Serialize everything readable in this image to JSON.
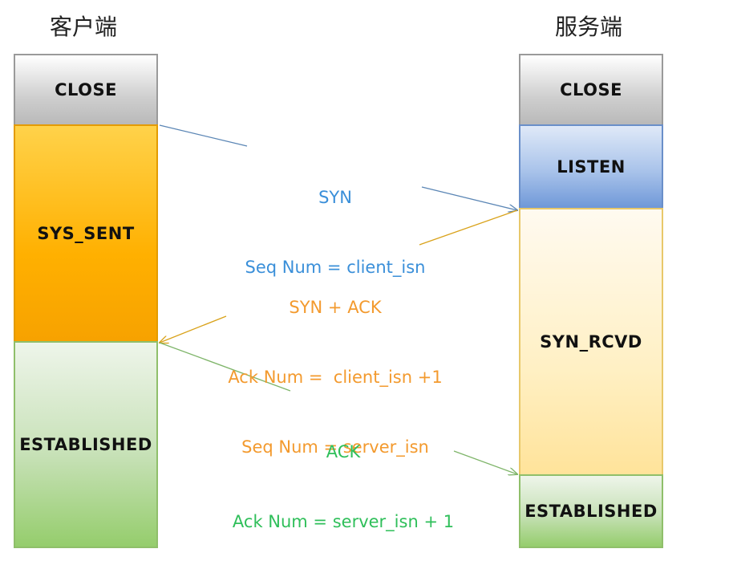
{
  "client": {
    "title": "客户端",
    "states": {
      "close": "CLOSE",
      "sys_sent": "SYS_SENT",
      "established": "ESTABLISHED"
    }
  },
  "server": {
    "title": "服务端",
    "states": {
      "close": "CLOSE",
      "listen": "LISTEN",
      "syn_rcvd": "SYN_RCVD",
      "established": "ESTABLISHED"
    }
  },
  "messages": {
    "syn": {
      "line1": "SYN",
      "line2": "Seq Num = client_isn",
      "color": "#3a8fd9"
    },
    "syn_ack": {
      "line1": "SYN + ACK",
      "line2": "Ack Num =  client_isn +1",
      "line3": "Seq Num = server_isn",
      "color": "#f39a2e"
    },
    "ack": {
      "line1": "ACK",
      "line2": "Ack Num = server_isn + 1",
      "color": "#2fbf5a"
    }
  }
}
